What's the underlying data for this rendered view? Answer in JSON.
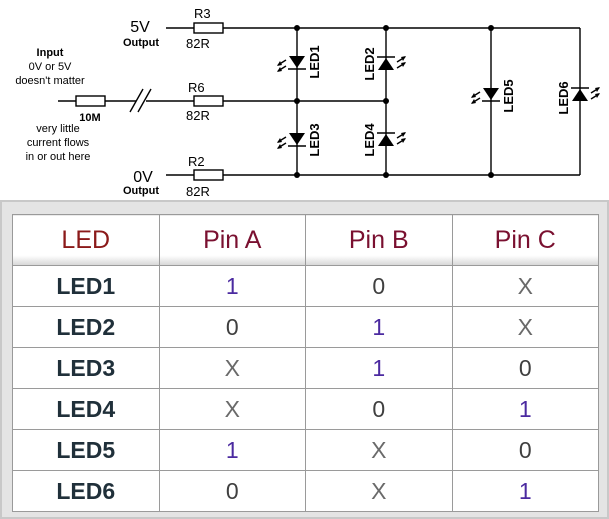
{
  "schematic": {
    "supply_top": "5V",
    "supply_top_sub": "Output",
    "supply_bottom": "0V",
    "supply_bottom_sub": "Output",
    "input_title": "Input",
    "input_line1": "0V or 5V",
    "input_line2": "doesn't matter",
    "note_line1": "very little",
    "note_line2": "current flows",
    "note_line3": "in or out here",
    "r_input": "10M",
    "r3_name": "R3",
    "r3_value": "82R",
    "r6_name": "R6",
    "r6_value": "82R",
    "r2_name": "R2",
    "r2_value": "82R",
    "led_labels": [
      "LED1",
      "LED2",
      "LED3",
      "LED4",
      "LED5",
      "LED6"
    ]
  },
  "table": {
    "headers": [
      "LED",
      "Pin A",
      "Pin B",
      "Pin C"
    ],
    "rows": [
      [
        "LED1",
        "1",
        "0",
        "X"
      ],
      [
        "LED2",
        "0",
        "1",
        "X"
      ],
      [
        "LED3",
        "X",
        "1",
        "0"
      ],
      [
        "LED4",
        "X",
        "0",
        "1"
      ],
      [
        "LED5",
        "1",
        "X",
        "0"
      ],
      [
        "LED6",
        "0",
        "X",
        "1"
      ]
    ]
  }
}
